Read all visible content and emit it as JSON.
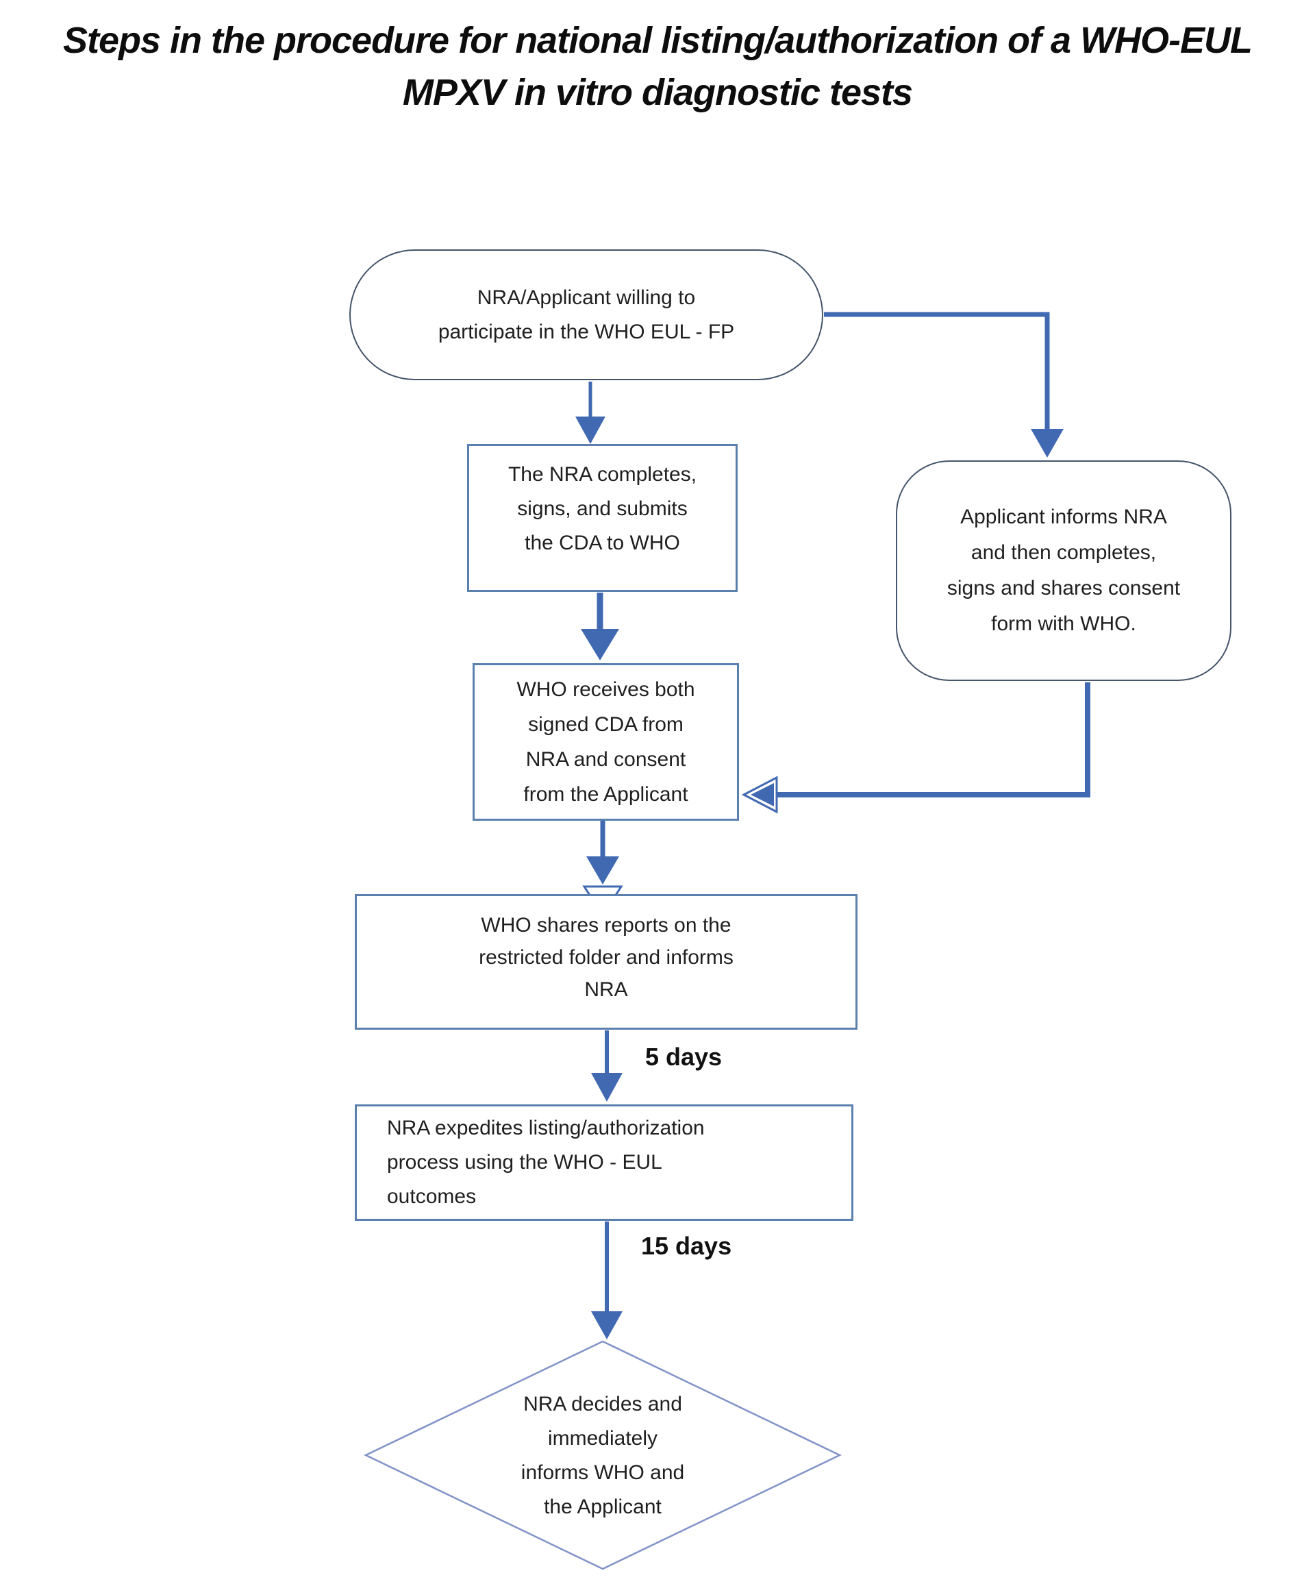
{
  "title": {
    "line1": "Steps in the procedure for national listing/authorization of a WHO-EUL",
    "line2": "MPXV in vitro diagnostic tests"
  },
  "colors": {
    "connector": "#4169b2",
    "process_border": "#5b80ad",
    "terminator_border": "#44546a",
    "decision_border": "#8193c7",
    "text": "#1f1f1f",
    "title_text": "#0d0d0d",
    "background": "#ffffff"
  },
  "nodes": {
    "start": {
      "shape": "terminator",
      "text": "NRA/Applicant willing to\nparticipate in the WHO EUL - FP"
    },
    "nra_cda": {
      "shape": "process",
      "text": "The NRA completes,\nsigns, and submits\nthe CDA to WHO"
    },
    "applicant_consent": {
      "shape": "terminator",
      "text": "Applicant informs NRA\nand then completes,\nsigns and shares consent\nform with WHO."
    },
    "who_receives": {
      "shape": "process",
      "text": "WHO receives both\nsigned CDA from\nNRA and consent\nfrom the Applicant"
    },
    "who_shares": {
      "shape": "process",
      "text": "WHO shares reports on the\nrestricted folder and informs\nNRA"
    },
    "nra_expedites": {
      "shape": "process",
      "text": "NRA expedites listing/authorization\nprocess using the WHO - EUL\noutcomes"
    },
    "nra_decides": {
      "shape": "decision",
      "text": "NRA decides and\nimmediately\ninforms WHO and\nthe Applicant"
    }
  },
  "labels": {
    "five_days": "5 days",
    "fifteen_days": "15 days"
  }
}
